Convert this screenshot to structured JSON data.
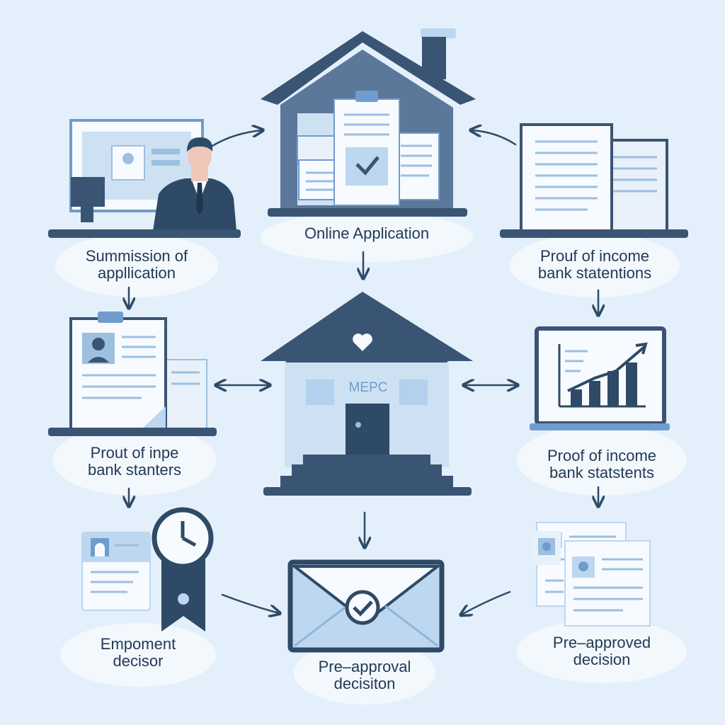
{
  "nodes": {
    "online_application": {
      "label_line1": "Online Application"
    },
    "submission": {
      "label_line1": "Summission of",
      "label_line2": "appllication"
    },
    "proof_income_top": {
      "label_line1": "Prouf of income",
      "label_line2": "bank statentions"
    },
    "proof_inpe": {
      "label_line1": "Prout of inpe",
      "label_line2": "bank stanters"
    },
    "proof_income_mid": {
      "label_line1": "Proof of income",
      "label_line2": "bank statstents"
    },
    "bank": {
      "sign": "MEPC"
    },
    "empoment": {
      "label_line1": "Empoment",
      "label_line2": "decisor"
    },
    "pre_approval": {
      "label_line1": "Pre–approval",
      "label_line2": "decisiton"
    },
    "pre_approved": {
      "label_line1": "Pre–approved",
      "label_line2": "decision"
    }
  },
  "colors": {
    "background": "#e3f0fb",
    "dark": "#3a5473",
    "mid": "#6f9ccd",
    "light": "#bcd7ef",
    "paper": "#f7fbff",
    "text": "#223a55"
  }
}
